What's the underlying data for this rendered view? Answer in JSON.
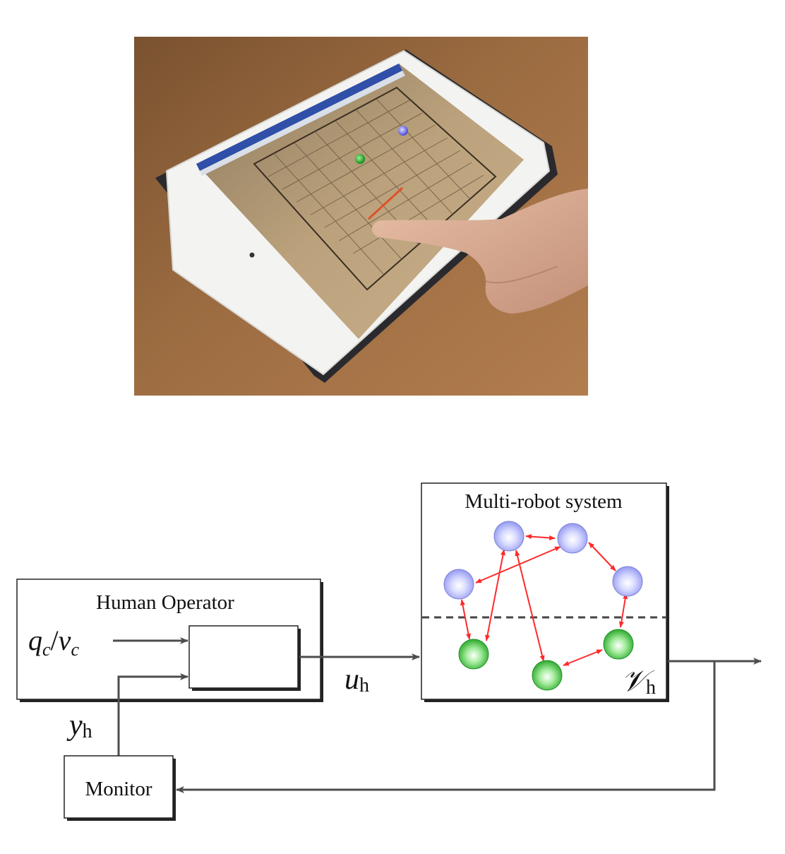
{
  "photo": {
    "subject": "tablet-touch-interface",
    "colors": {
      "table": "#9a6a3f",
      "tablet_frame": "#f2f2f0",
      "screen": "#bda27a",
      "grid": "#5b4a38",
      "blue_robot": "#6b6bff",
      "green_robot": "#22aa22",
      "trace": "#e0502a"
    }
  },
  "diagram": {
    "human_operator": {
      "title": "Human Operator"
    },
    "input_label": {
      "q": "q",
      "q_sub": "c",
      "slash": "/",
      "v": "v",
      "v_sub": "c"
    },
    "output_label": {
      "u": "u",
      "u_sub": "h"
    },
    "feedback_label": {
      "y": "y",
      "y_sub": "h"
    },
    "multi_robot": {
      "title": "Multi-robot system",
      "set_symbol": "𝒱",
      "set_sub": "h"
    },
    "monitor": {
      "title": "Monitor"
    },
    "colors": {
      "arrow": "#4d4d4d",
      "link": "#ff2a2a",
      "upper_node": "#aab0ff",
      "lower_node": "#3cc23c",
      "box_shadow": "#222222"
    }
  }
}
